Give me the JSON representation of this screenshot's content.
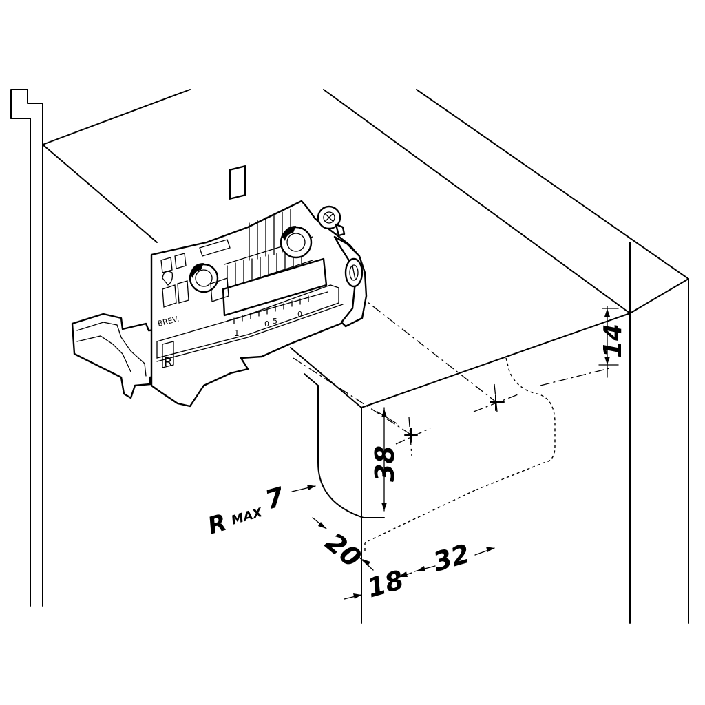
{
  "diagram": {
    "part_labels": {
      "brev": "BREV.",
      "side": "R",
      "scale_1": "1",
      "scale_2": "0",
      "scale_3": "5",
      "scale_4": "0"
    },
    "dimensions": {
      "top_offset": "14",
      "bore_height": "38",
      "radius_prefix": "R",
      "radius_sub": "MAX",
      "radius_value": "7",
      "bottom_offset": "20",
      "panel_thickness": "18",
      "hole_distance": "32"
    }
  }
}
